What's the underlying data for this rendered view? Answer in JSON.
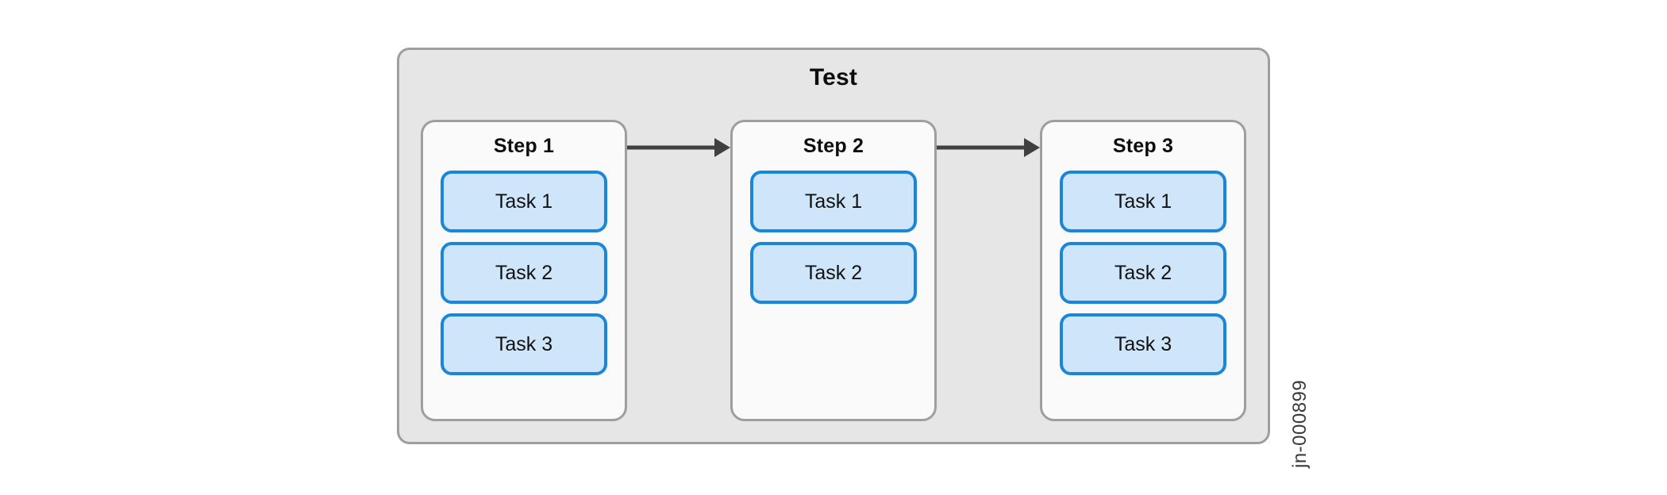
{
  "diagram": {
    "title": "Test",
    "type": "process-flow",
    "steps": [
      {
        "title": "Step 1",
        "tasks": [
          "Task 1",
          "Task 2",
          "Task 3"
        ]
      },
      {
        "title": "Step 2",
        "tasks": [
          "Task 1",
          "Task 2"
        ]
      },
      {
        "title": "Step 3",
        "tasks": [
          "Task 1",
          "Task 2",
          "Task 3"
        ]
      }
    ],
    "connectors": [
      {
        "from": "Step 1",
        "to": "Step 2",
        "icon": "arrow-right-icon"
      },
      {
        "from": "Step 2",
        "to": "Step 3",
        "icon": "arrow-right-icon"
      }
    ]
  },
  "watermark": {
    "text": "jn-000899"
  },
  "colors": {
    "canvas_background": "#ffffff",
    "group_fill": "#e6e6e6",
    "group_border": "#9e9e9e",
    "step_fill": "#fafafa",
    "step_border": "#9e9e9e",
    "task_fill": "#cfe6fa",
    "task_border": "#1a86d9",
    "arrow": "#404040",
    "text": "#0d0d0d",
    "watermark_text": "#3a3a3a"
  }
}
